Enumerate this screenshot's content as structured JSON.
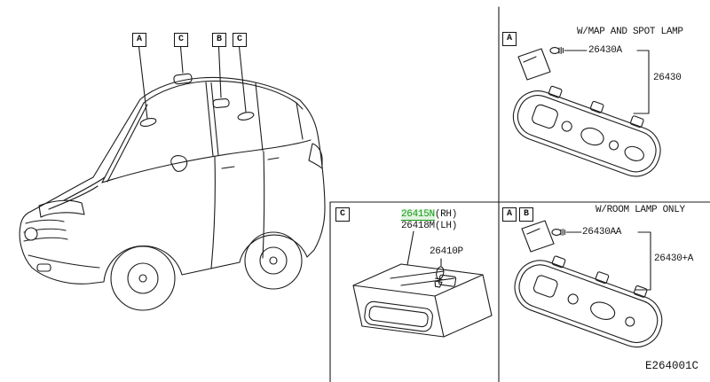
{
  "colors": {
    "line": "#1c1c1c",
    "highlight": "#149a14"
  },
  "car": {
    "callouts": [
      {
        "label": "A"
      },
      {
        "label": "C"
      },
      {
        "label": "B"
      },
      {
        "label": "C"
      }
    ]
  },
  "sections": {
    "map_spot": {
      "callout": "A",
      "title": "W/MAP AND SPOT LAMP",
      "bulb_part": "26430A",
      "assembly_part": "26430"
    },
    "room_only": {
      "callout_a": "A",
      "callout_b": "B",
      "title": "W/ROOM LAMP ONLY",
      "bulb_part": "26430AA",
      "assembly_part": "26430+A"
    },
    "rear_room": {
      "callout": "C",
      "part_rh": "26415N",
      "part_rh_side": "(RH)",
      "part_lh": "26418M",
      "part_lh_side": "(LH)",
      "bulb_part": "26410P"
    }
  },
  "footer": {
    "diagram_code": "E264001C"
  }
}
